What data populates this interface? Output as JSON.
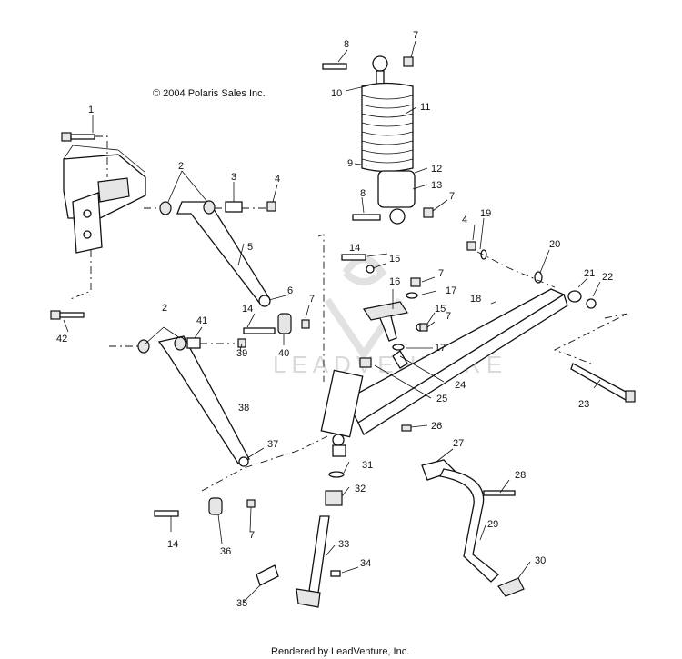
{
  "copyright": "© 2004 Polaris Sales Inc.",
  "footer": "Rendered by LeadVenture, Inc.",
  "watermark": {
    "text": "LEADVENTURE"
  },
  "callouts": [
    "1",
    "2",
    "3",
    "4",
    "5",
    "6",
    "7",
    "8",
    "9",
    "10",
    "11",
    "12",
    "13",
    "14",
    "15",
    "16",
    "17",
    "18",
    "19",
    "20",
    "21",
    "22",
    "23",
    "24",
    "25",
    "26",
    "27",
    "28",
    "29",
    "30",
    "31",
    "32",
    "33",
    "34",
    "35",
    "36",
    "37",
    "38",
    "39",
    "40",
    "41",
    "42",
    "7",
    "7",
    "7",
    "7",
    "7",
    "4",
    "14",
    "14",
    "15",
    "17",
    "2",
    "7"
  ]
}
